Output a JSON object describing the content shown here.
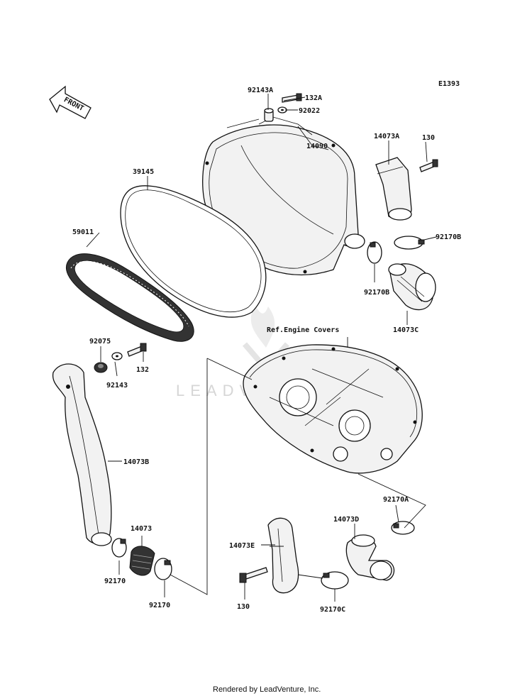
{
  "diagram_code": "E1393",
  "front_label": "FRONT",
  "watermark": "LEADVENTURE",
  "footer": "Rendered by LeadVenture, Inc.",
  "labels": {
    "p92143A": "92143A",
    "p132A": "132A",
    "p92022": "92022",
    "p14090": "14090",
    "p14073A": "14073A",
    "p130_top": "130",
    "p92170B_top": "92170B",
    "p92170B_bottom": "92170B",
    "p14073C": "14073C",
    "p39145": "39145",
    "p59011": "59011",
    "p92075": "92075",
    "p132": "132",
    "p92143": "92143",
    "p14073B": "14073B",
    "p14073": "14073",
    "p92170_left": "92170",
    "p92170_mid": "92170",
    "ref_engine_covers": "Ref.Engine Covers",
    "p92170A": "92170A",
    "p14073D": "14073D",
    "p14073E": "14073E",
    "p130_bottom": "130",
    "p92170C": "92170C"
  }
}
